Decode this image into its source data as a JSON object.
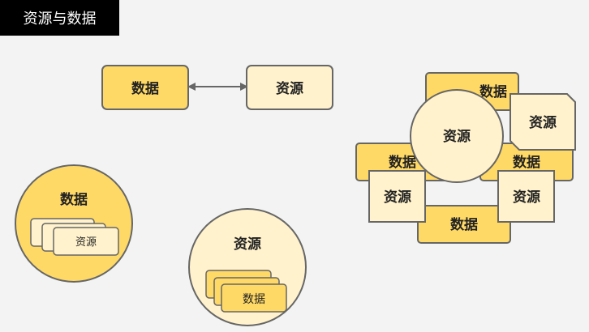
{
  "title": "资源与数据",
  "labels": {
    "data": "数据",
    "resource": "资源"
  },
  "colors": {
    "data_fill": "#ffd966",
    "resource_fill": "#fff2cc",
    "stroke": "#666666",
    "arrow": "#666666"
  },
  "groups": {
    "arrow_pair": {
      "left": "数据",
      "right": "资源"
    },
    "data_contains_resources": {
      "outer": "数据",
      "inner": "资源"
    },
    "resource_contains_data": {
      "outer": "资源",
      "inner": "数据"
    },
    "ring": {
      "center": "资源",
      "data_nodes": [
        "数据",
        "数据",
        "数据",
        "数据"
      ],
      "resource_nodes": [
        "资源",
        "资源",
        "资源"
      ]
    }
  }
}
